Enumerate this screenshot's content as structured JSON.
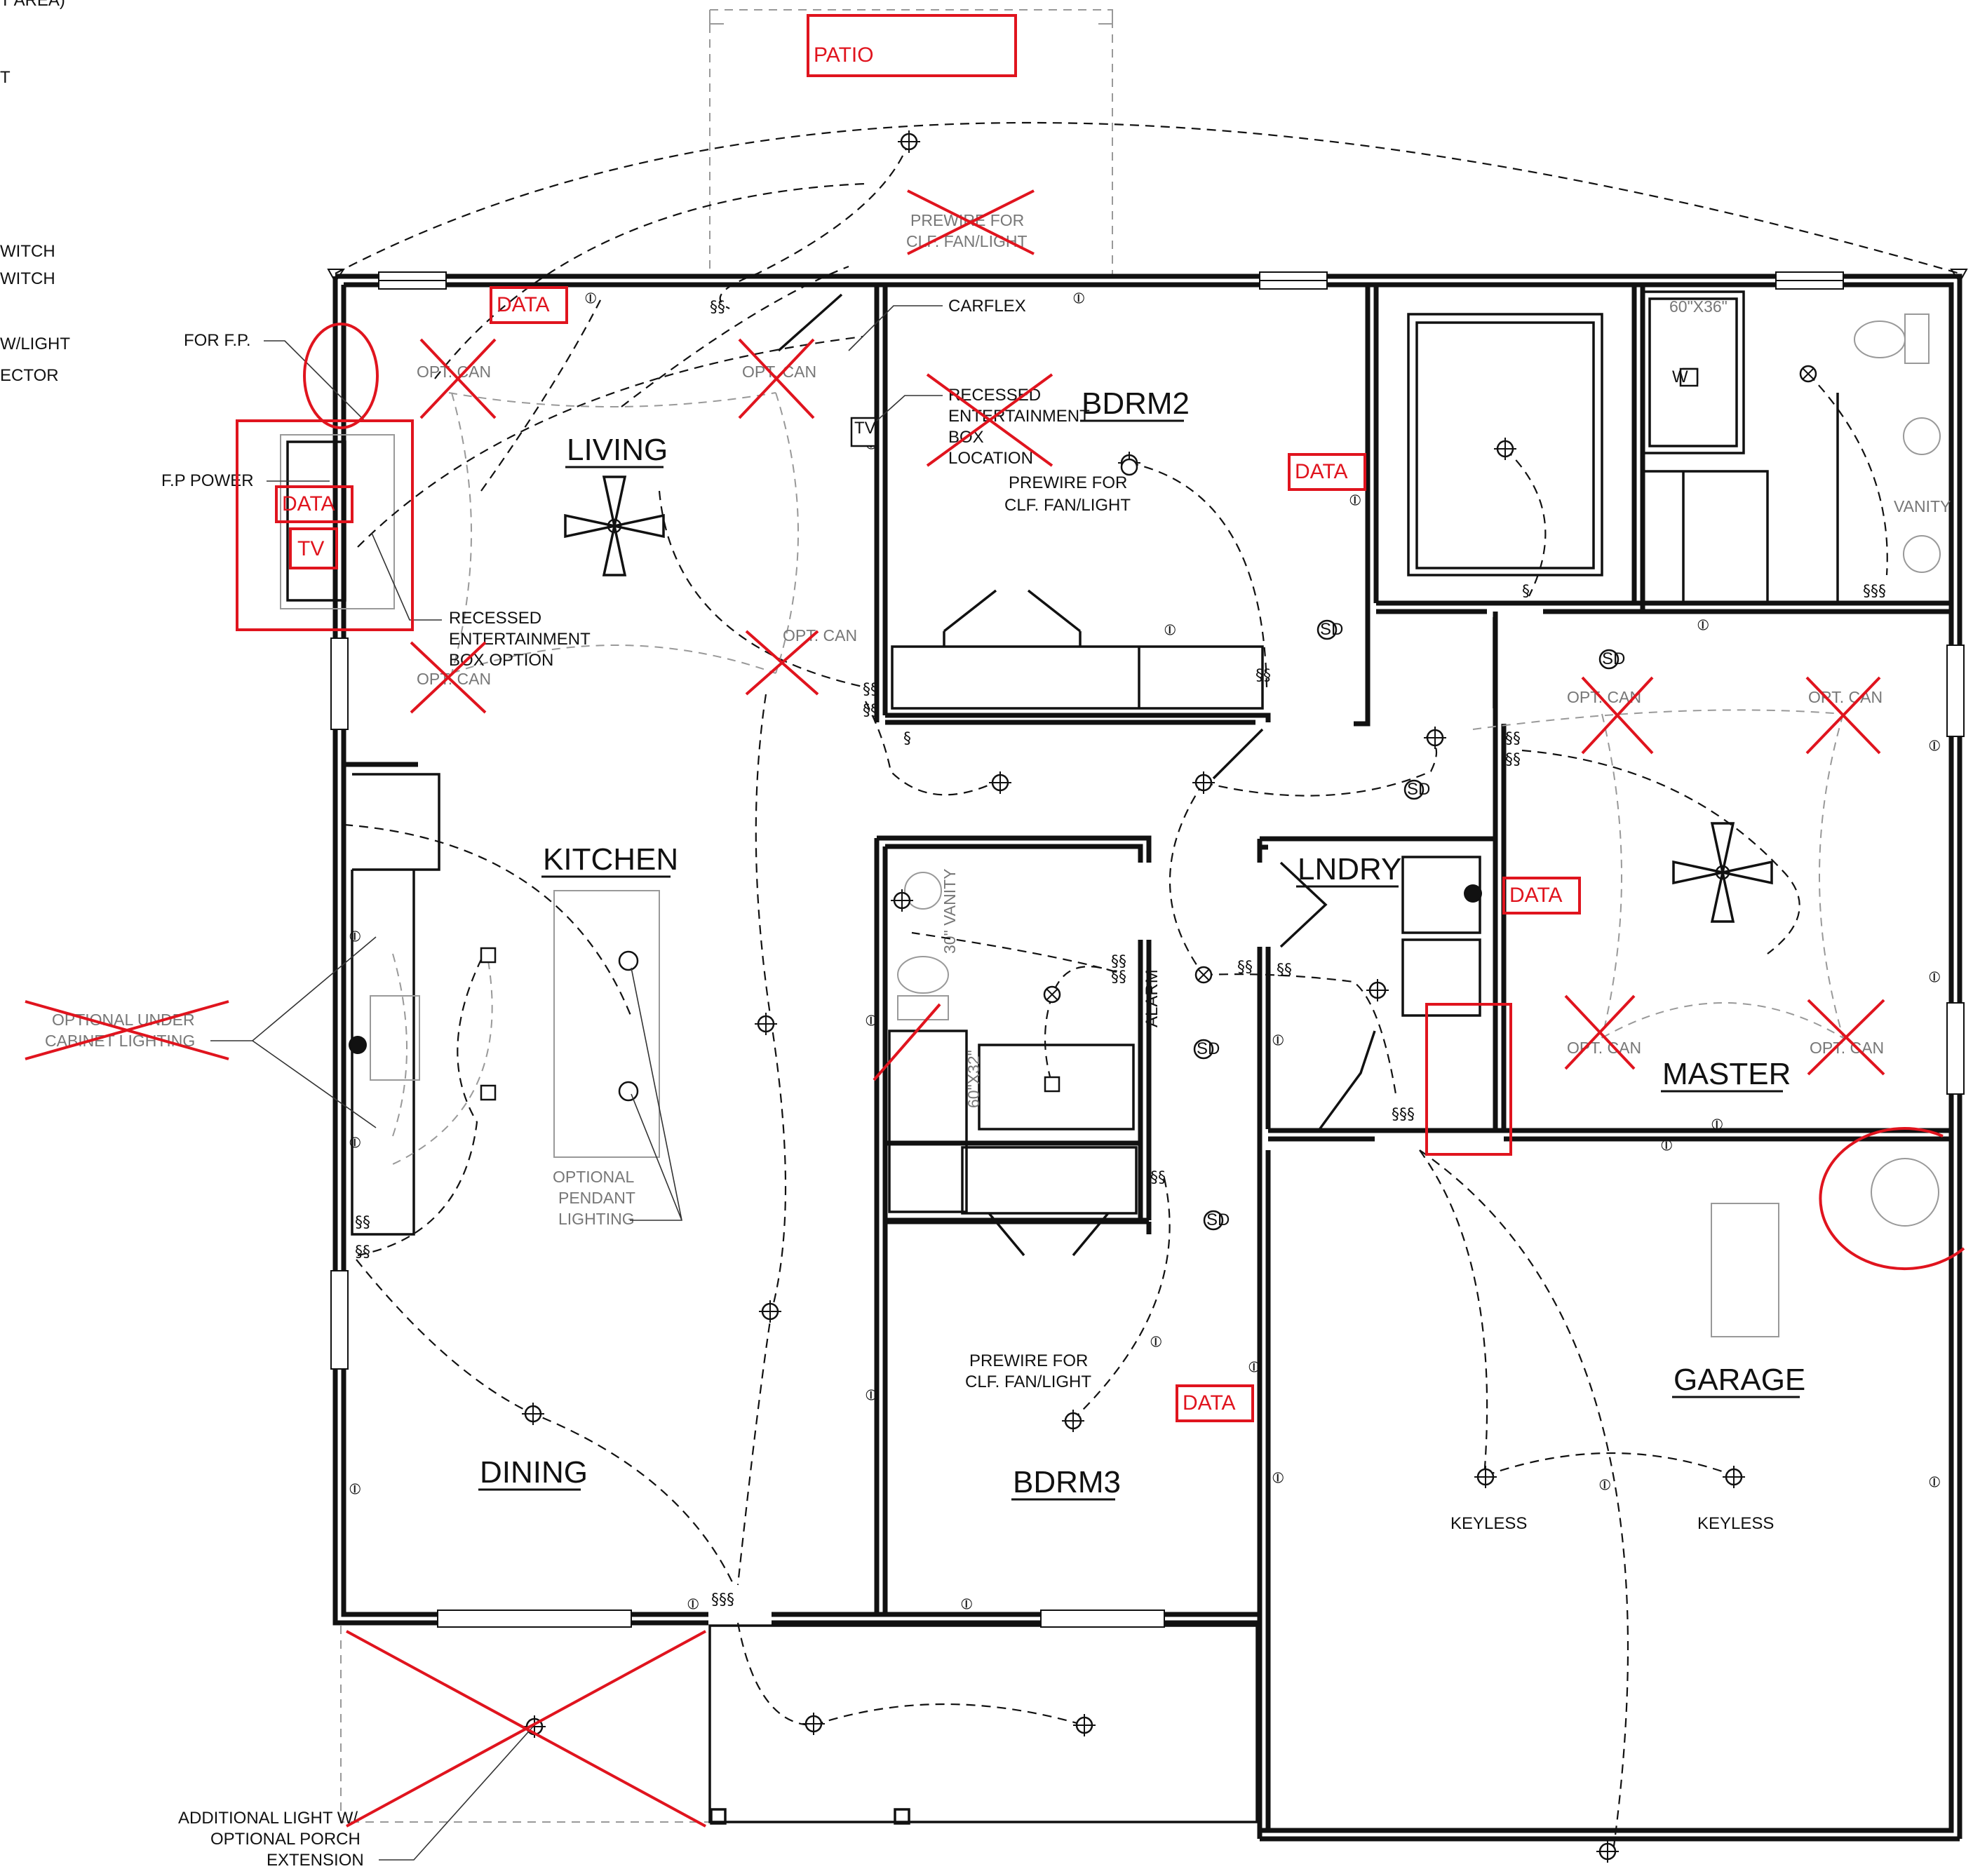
{
  "legend_fragments": [
    "T AREA)",
    "T",
    "WITCH",
    "WITCH",
    "W/LIGHT",
    "ECTOR"
  ],
  "rooms": {
    "patio": "PATIO",
    "living": "LIVING",
    "bdrm2": "BDRM2",
    "kitchen": "KITCHEN",
    "lndry": "LNDRY",
    "master": "MASTER",
    "dining": "DINING",
    "bdrm3": "BDRM3",
    "garage": "GARAGE"
  },
  "notes": {
    "prewire_patio_1": "PREWIRE FOR",
    "prewire_patio_2": "CLF. FAN/LIGHT",
    "carflex": "CARFLEX",
    "recessed_bdrm2_1": "RECESSED",
    "recessed_bdrm2_2": "ENTERTAINMENT",
    "recessed_bdrm2_3": "BOX",
    "recessed_bdrm2_4": "LOCATION",
    "prewire_bdrm2_1": "PREWIRE FOR",
    "prewire_bdrm2_2": "CLF. FAN/LIGHT",
    "for_fp": "FOR F.P.",
    "fp_power": "F.P POWER",
    "recessed_option_1": "RECESSED",
    "recessed_option_2": "ENTERTAINMENT",
    "recessed_option_3": "BOX OPTION",
    "opt_can": "OPT. CAN",
    "under_cabinet_1": "OPTIONAL UNDER",
    "under_cabinet_2": "CABINET LIGHTING",
    "pendant_1": "OPTIONAL",
    "pendant_2": "PENDANT",
    "pendant_3": "LIGHTING",
    "prewire_bdrm3_1": "PREWIRE FOR",
    "prewire_bdrm3_2": "CLF. FAN/LIGHT",
    "keyless": "KEYLESS",
    "porch_1": "ADDITIONAL LIGHT W/",
    "porch_2": "OPTIONAL PORCH",
    "porch_3": "EXTENSION",
    "alarm": "ALARM",
    "shower_size": "60\"X36\"",
    "vanity_master": "VANITY",
    "vanity_bath": "30\" VANITY",
    "tub_size": "60\"X32\"",
    "sd": "SD",
    "tv_box": "TV",
    "w": "W"
  },
  "markups": {
    "data": "DATA",
    "tv": "TV"
  },
  "colors": {
    "markup_red": "#e0141e",
    "linework": "#111111",
    "optional_grey": "#999999"
  }
}
